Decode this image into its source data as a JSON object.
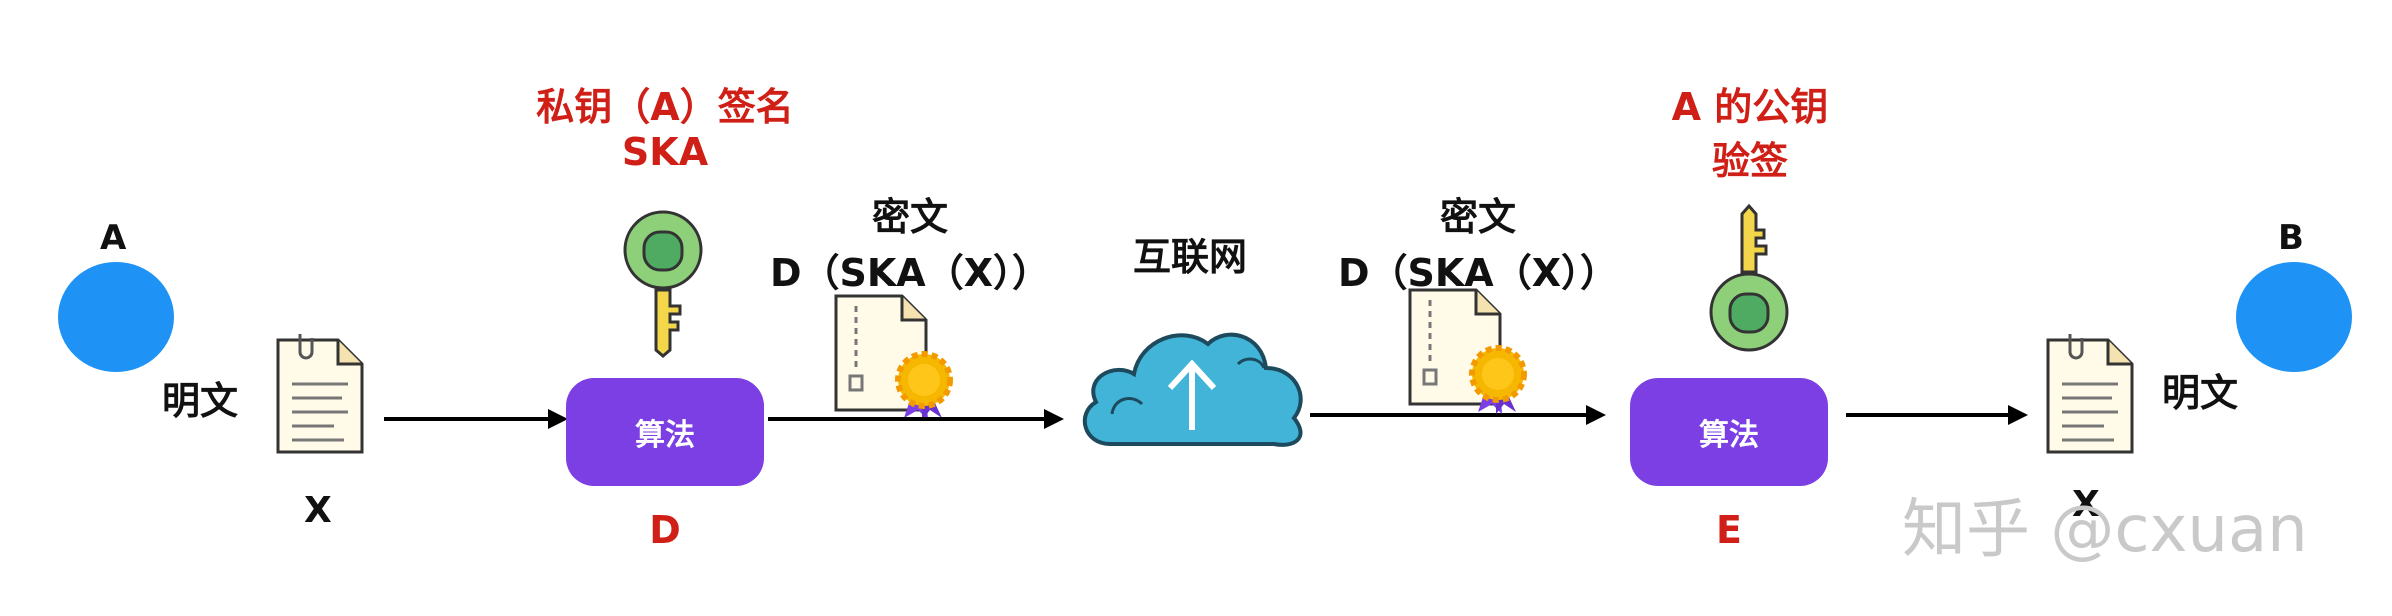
{
  "sender": {
    "label": "A",
    "plaintext_label": "明文",
    "x_label": "X",
    "color": "#1f93f5"
  },
  "receiver": {
    "label": "B",
    "plaintext_label": "明文",
    "x_label": "X",
    "color": "#1f93f5"
  },
  "sign_step": {
    "title": "私钥（A）签名",
    "key_name": "SKA",
    "algo_label": "算法",
    "algo_id": "D",
    "color": "#7b3fe4"
  },
  "verify_step": {
    "title": "A 的公钥",
    "subtitle": "验签",
    "algo_label": "算法",
    "algo_id": "E",
    "color": "#7b3fe4"
  },
  "cipher_left": {
    "title": "密文",
    "formula": "D（SKA（X））"
  },
  "cipher_right": {
    "title": "密文",
    "formula": "D（SKA（X））"
  },
  "network": {
    "label": "互联网",
    "icon": "cloud-upload-icon",
    "color": "#41b4d8"
  },
  "watermark": "知乎 @cxuan",
  "accent_red": "#d01f17"
}
